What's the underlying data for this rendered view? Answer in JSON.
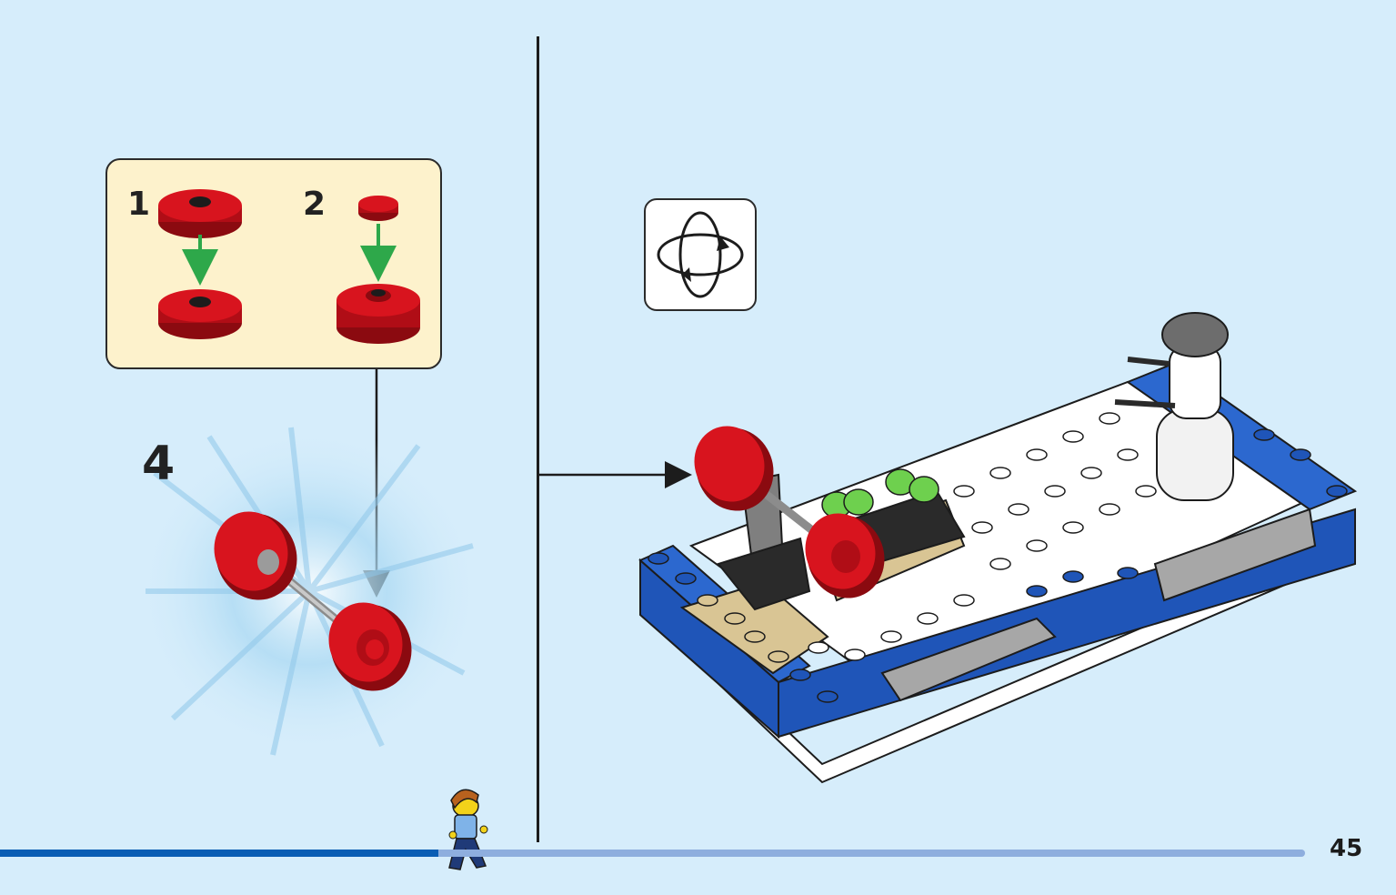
{
  "page": {
    "number": "45"
  },
  "callout": {
    "substep_1": "1",
    "substep_2": "2"
  },
  "step": {
    "number": "4"
  },
  "rotate_icon": {
    "name": "rotate-model-icon"
  },
  "progress": {
    "fraction": 0.336,
    "fill_color": "#0a5db4",
    "track_color": "#8eaede"
  },
  "colors": {
    "background": "#d6edfb",
    "callout_bg": "#fdf2cc",
    "red_brick": "#c8101a",
    "blue_brick": "#1f55b8",
    "tan_brick": "#d9c594",
    "arrow_green": "#2ea84a"
  }
}
